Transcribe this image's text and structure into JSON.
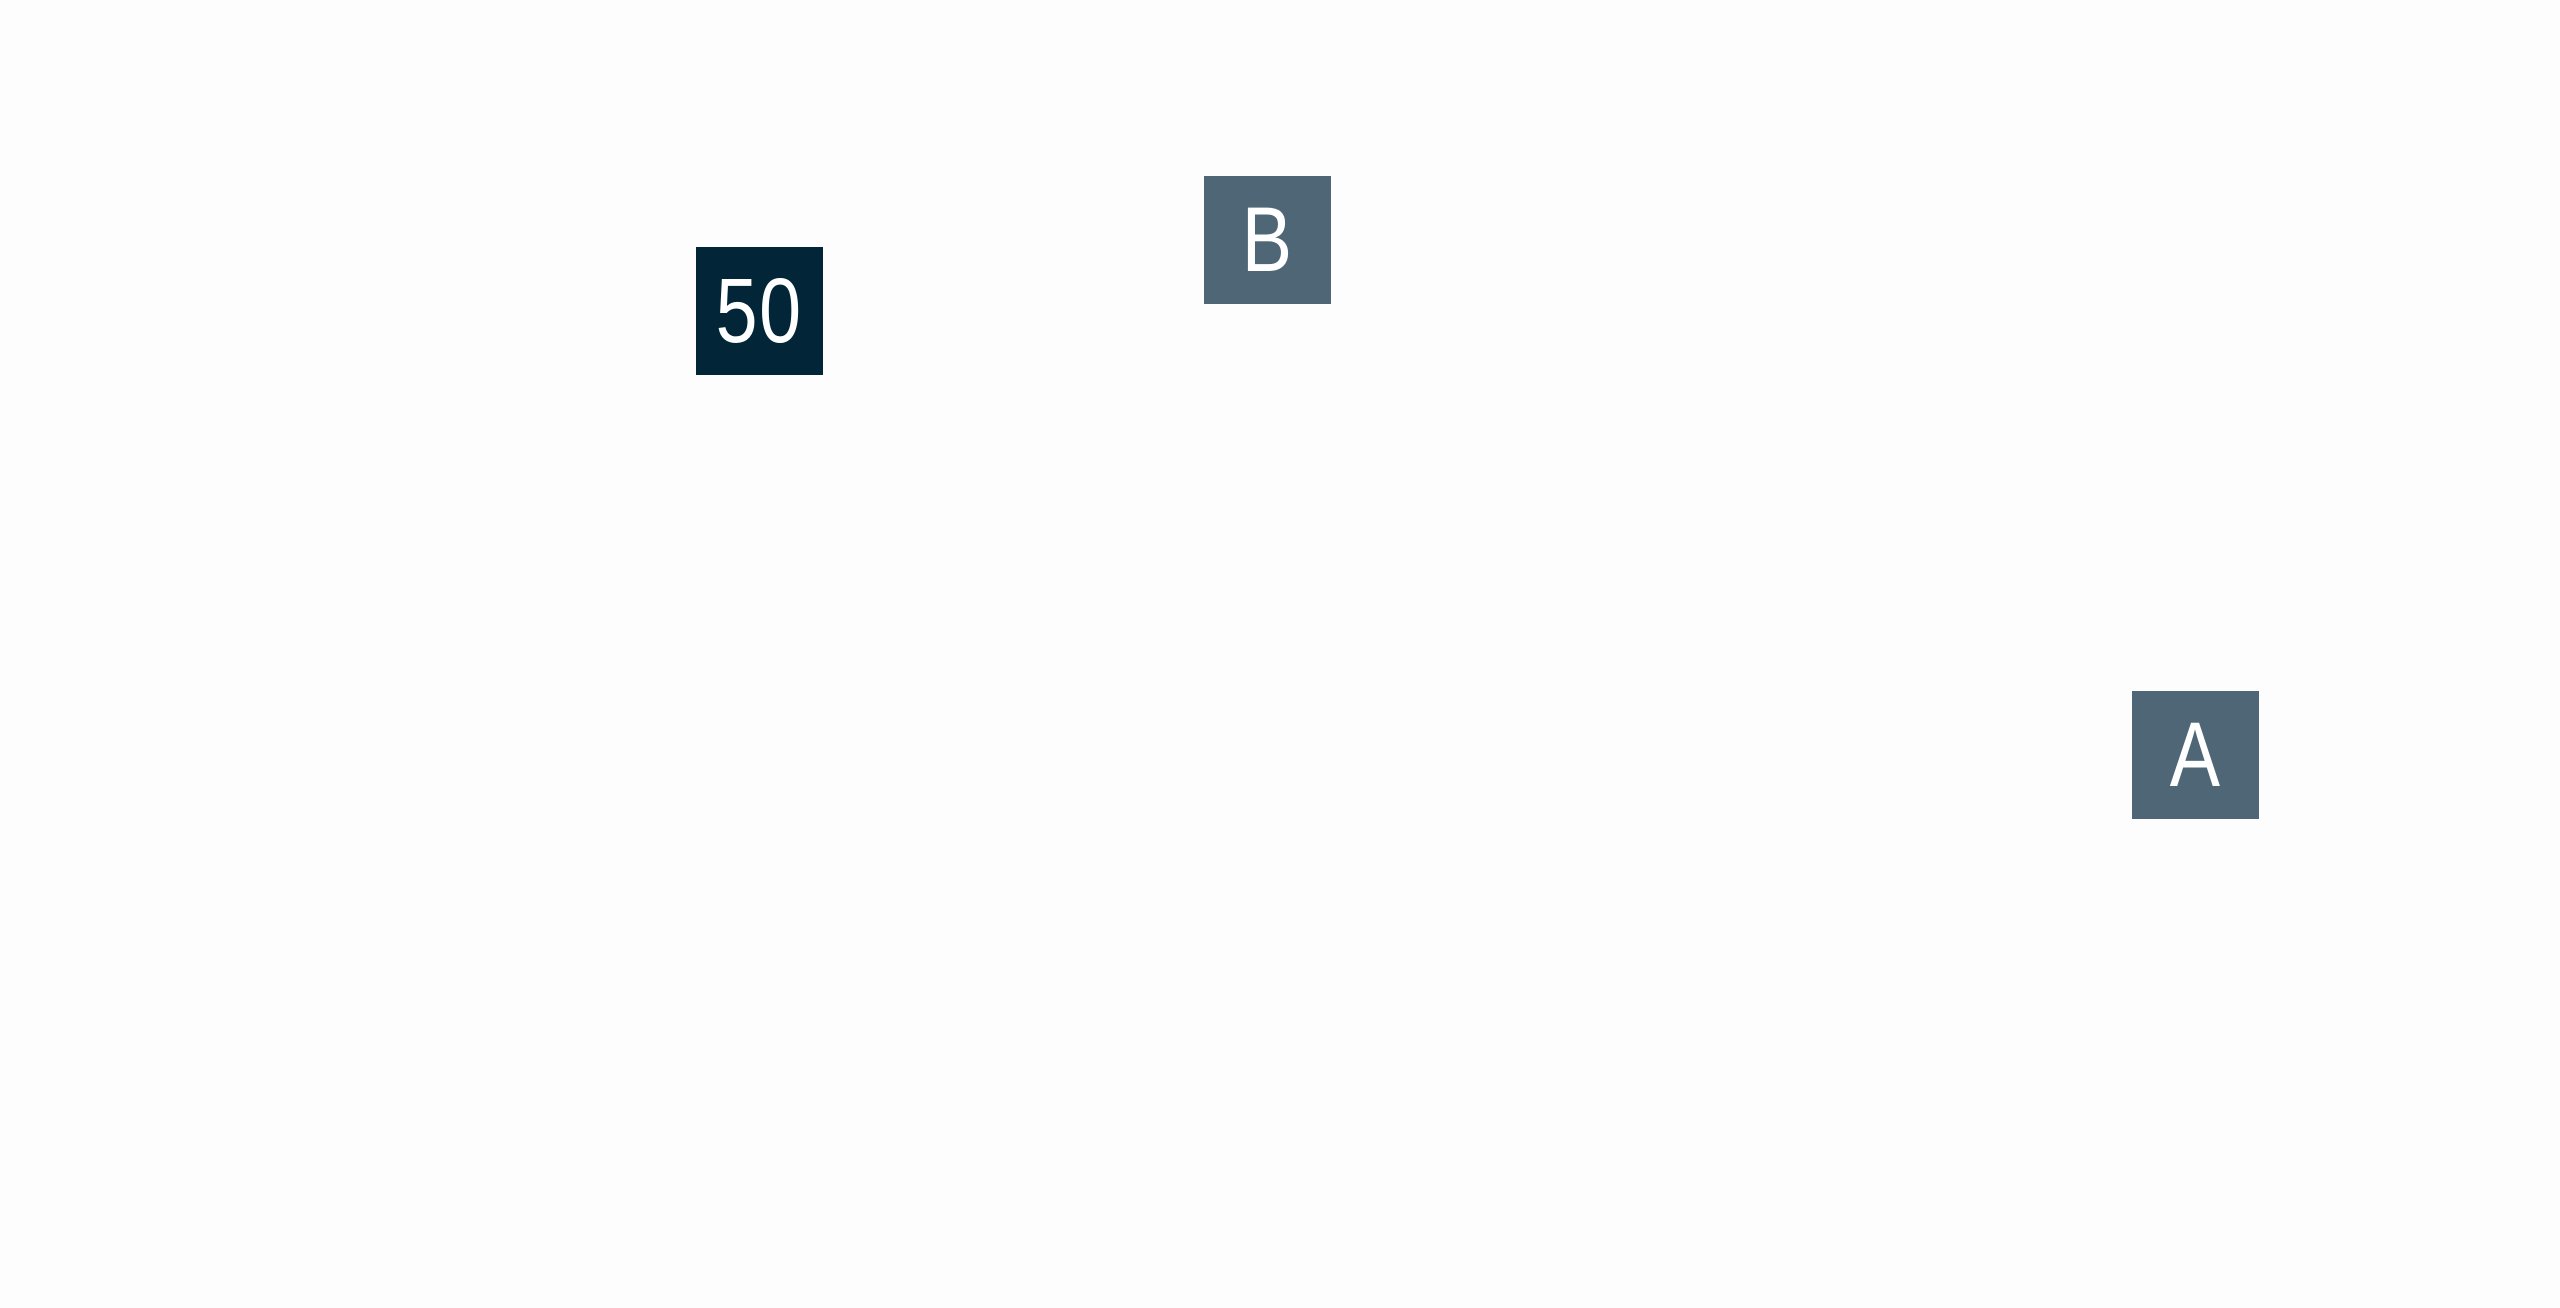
{
  "tiles": [
    {
      "label": "50",
      "color": "#022637"
    },
    {
      "label": "B",
      "color": "#4f6677"
    },
    {
      "label": "A",
      "color": "#4f6677"
    }
  ]
}
